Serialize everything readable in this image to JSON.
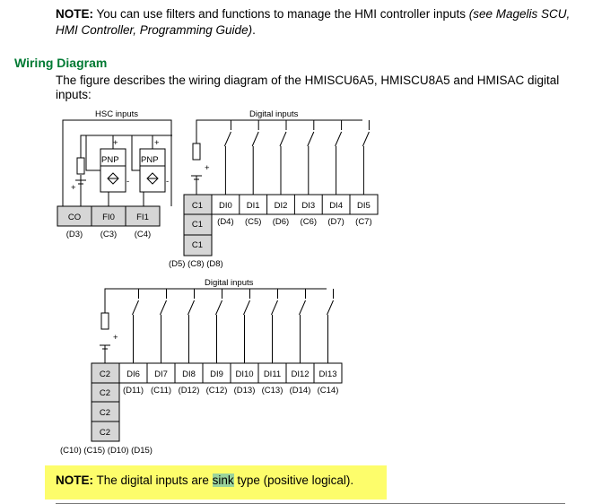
{
  "note_top": {
    "label": "NOTE:",
    "text": " You can use filters and functions to manage the HMI controller inputs ",
    "ref": "(see Magelis SCU, HMI Controller, Programming Guide)",
    "end": "."
  },
  "section": {
    "heading": "Wiring Diagram",
    "description": "The figure describes the wiring diagram of the HMISCU6A5, HMISCU8A5 and HMISAC digital inputs:"
  },
  "diagram": {
    "hsc": {
      "title": "HSC inputs",
      "sensor_label": "PNP",
      "plus": "+",
      "minus": "-",
      "terminals": [
        "CO",
        "FI0",
        "FI1"
      ],
      "pins": [
        "(D3)",
        "(C3)",
        "(C4)"
      ]
    },
    "digital1": {
      "title": "Digital inputs",
      "common": "C1",
      "terminals": [
        "DI0",
        "DI1",
        "DI2",
        "DI3",
        "DI4",
        "DI5"
      ],
      "pins": [
        "(D4)",
        "(C5)",
        "(D6)",
        "(C6)",
        "(D7)",
        "(C7)"
      ],
      "common_pins": "(D5) (C8) (D8)"
    },
    "digital2": {
      "title": "Digital inputs",
      "common": "C2",
      "terminals": [
        "DI6",
        "DI7",
        "DI8",
        "DI9",
        "DI10",
        "DI11",
        "DI12",
        "DI13"
      ],
      "pins": [
        "(D11)",
        "(C11)",
        "(D12)",
        "(C12)",
        "(D13)",
        "(C13)",
        "(D14)",
        "(C14)"
      ],
      "common_pins": "(C10) (C15) (D10) (D15)"
    }
  },
  "note_bottom": {
    "label": "NOTE:",
    "pre": " The digital inputs are ",
    "highlight": "sink",
    "post": " type (positive logical)."
  },
  "colors": {
    "heading": "#007a33",
    "note_background": "#fdfd6b",
    "highlight": "#9bd49b",
    "common_cell": "#d6d6d6"
  }
}
